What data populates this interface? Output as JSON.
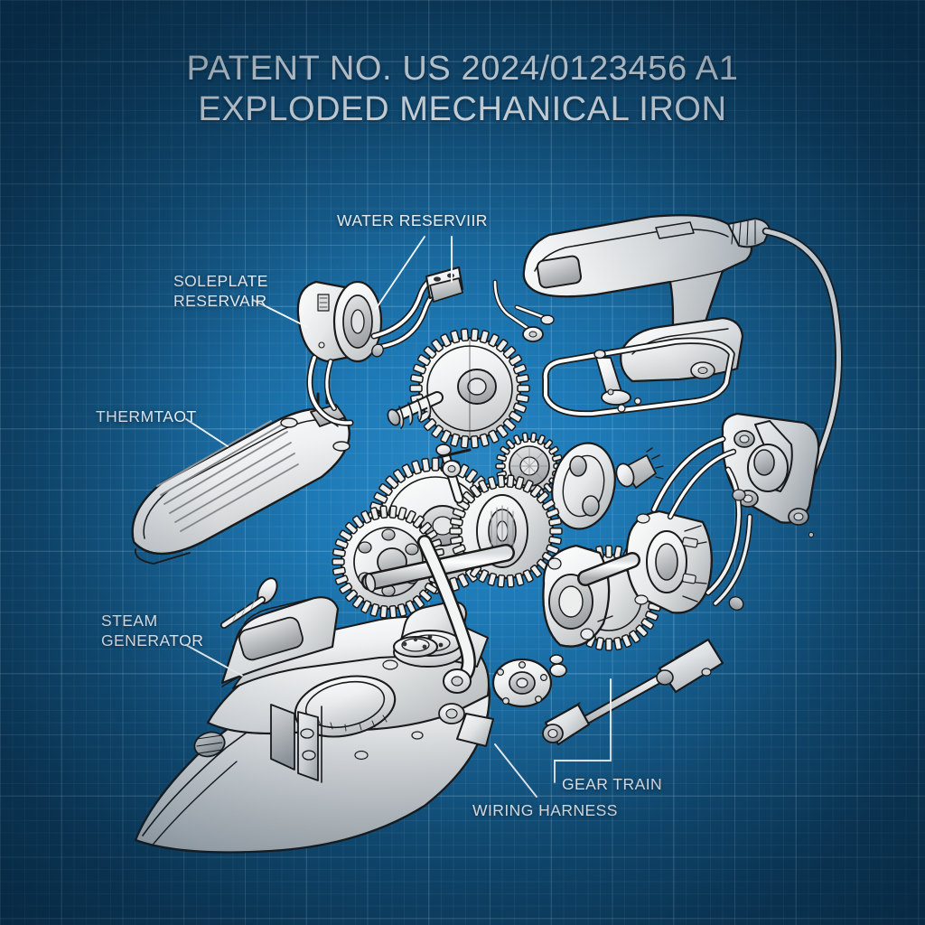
{
  "document": {
    "type": "patent-drawing",
    "title_line1": "PATENT NO. US 2024/0123456 A1",
    "title_line2": "EXPLODED MECHANICAL IRON"
  },
  "colors": {
    "background_blue": "#13537f",
    "center_glow_blue": "#2a88c4",
    "corner_blue": "#0e4468",
    "grid_line": "rgba(200,232,250,0.14)",
    "label_text": "#f4f8fc",
    "part_fill": "#f2f3f3",
    "part_outline": "#1a1a1a",
    "part_shade": "#c9ccce"
  },
  "callouts": [
    {
      "id": "water-reservoir",
      "text": "WATER RESERVIIR"
    },
    {
      "id": "soleplate-reservoir",
      "text": "SOLEPLATE\nRESERVAIR"
    },
    {
      "id": "thermostat",
      "text": "THERMTAOT"
    },
    {
      "id": "steam-generator",
      "text": "STEAM\nGENERATOR"
    },
    {
      "id": "wiring-harness",
      "text": "WIRING HARNESS"
    },
    {
      "id": "gear-train",
      "text": "GEAR TRAIN"
    }
  ],
  "parts": [
    {
      "id": "iron-body",
      "name": "iron body with soleplate"
    },
    {
      "id": "handle-assembly",
      "name": "handle with power cord"
    },
    {
      "id": "heating-plate",
      "name": "oval ribbed heating plate"
    },
    {
      "id": "reservoir-drum",
      "name": "cylindrical water reservoir"
    },
    {
      "id": "connector-block",
      "name": "electrical connector block"
    },
    {
      "id": "gear-cluster",
      "name": "central gear train cluster"
    },
    {
      "id": "motor-housing",
      "name": "motor housing with shaft"
    },
    {
      "id": "mount-bracket",
      "name": "triangular mounting bracket"
    },
    {
      "id": "base-frame",
      "name": "open rectangular base frame"
    },
    {
      "id": "bolt-long",
      "name": "long hex bolt"
    },
    {
      "id": "flange-disc",
      "name": "small flange disc"
    },
    {
      "id": "solenoid-rod",
      "name": "solenoid plunger rod"
    }
  ]
}
